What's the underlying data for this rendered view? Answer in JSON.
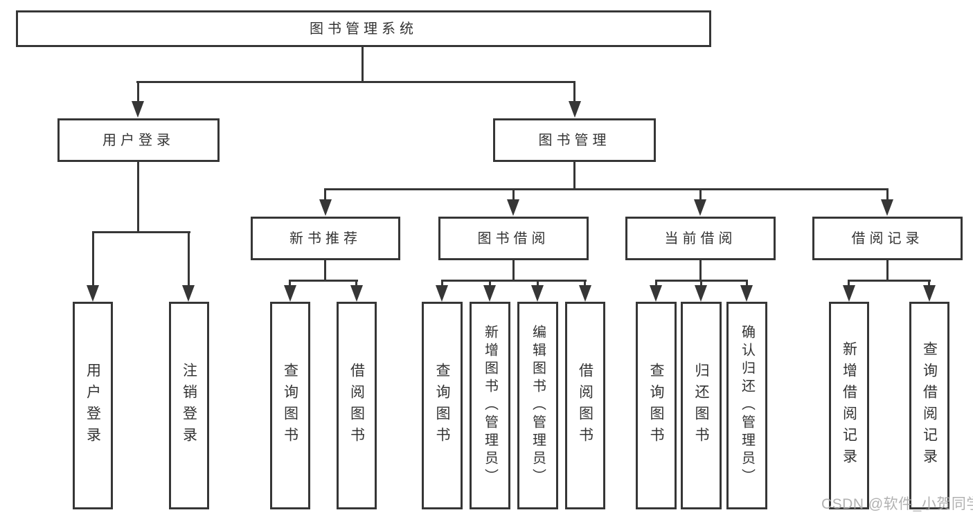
{
  "diagram_type": "function-structure-tree",
  "tree": {
    "label": "图书管理系统",
    "children": [
      {
        "label": "用户登录",
        "children": [
          {
            "label": "用户登录"
          },
          {
            "label": "注销登录"
          }
        ]
      },
      {
        "label": "图书管理",
        "children": [
          {
            "label": "新书推荐",
            "children": [
              {
                "label": "查询图书"
              },
              {
                "label": "借阅图书"
              }
            ]
          },
          {
            "label": "图书借阅",
            "children": [
              {
                "label": "查询图书"
              },
              {
                "label": "新增图书（管理员）"
              },
              {
                "label": "编辑图书（管理员）"
              },
              {
                "label": "借阅图书"
              }
            ]
          },
          {
            "label": "当前借阅",
            "children": [
              {
                "label": "查询图书"
              },
              {
                "label": "归还图书"
              },
              {
                "label": "确认归还（管理员）"
              }
            ]
          },
          {
            "label": "借阅记录",
            "children": [
              {
                "label": "新增借阅记录"
              },
              {
                "label": "查询借阅记录"
              }
            ]
          }
        ]
      }
    ]
  },
  "watermark": {
    "text": "CSDN @软件_小贺同学"
  },
  "colors": {
    "line": "#363636",
    "text": "#333333",
    "box_background": "#ffffff",
    "watermark": "#a8a8a8"
  }
}
